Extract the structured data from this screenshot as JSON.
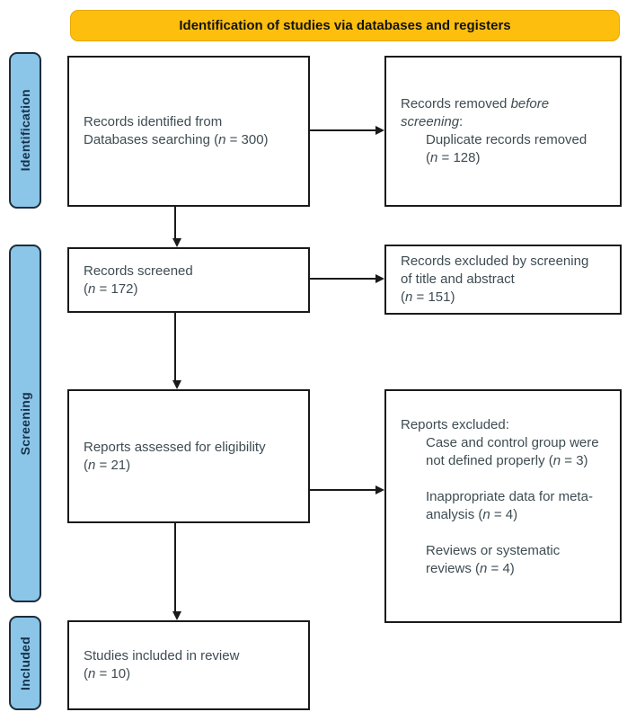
{
  "colors": {
    "banner": "#FDBE0D",
    "bannerBorder": "#E8A703",
    "bannerText": "#131313",
    "stage": "#8BC5E8",
    "stageBorder": "#1E2D3A",
    "stageText": "#16314B",
    "line": "#1A1A1A",
    "text": "#3E4C52"
  },
  "banner": {
    "label": "Identification of studies via databases and registers"
  },
  "stages": [
    {
      "id": "identification",
      "label": "Identification"
    },
    {
      "id": "screening",
      "label": "Screening"
    },
    {
      "id": "included",
      "label": "Included"
    }
  ],
  "boxes": {
    "records_identified": {
      "lines": [
        {
          "seg": [
            {
              "t": "Records identified from"
            }
          ]
        },
        {
          "seg": [
            {
              "t": "Databases searching ("
            },
            {
              "t": "n",
              "i": true
            },
            {
              "t": " = 300)"
            }
          ]
        }
      ]
    },
    "records_removed": {
      "lines": [
        {
          "seg": [
            {
              "t": "Records removed "
            },
            {
              "t": "before",
              "i": true
            }
          ]
        },
        {
          "seg": [
            {
              "t": "screening",
              "i": true
            },
            {
              "t": ":"
            }
          ]
        },
        {
          "indent": 1,
          "seg": [
            {
              "t": "Duplicate records removed"
            }
          ]
        },
        {
          "indent": 1,
          "seg": [
            {
              "t": "("
            },
            {
              "t": "n",
              "i": true
            },
            {
              "t": " = 128)"
            }
          ]
        }
      ]
    },
    "records_screened": {
      "lines": [
        {
          "seg": [
            {
              "t": "Records screened"
            }
          ]
        },
        {
          "seg": [
            {
              "t": "("
            },
            {
              "t": "n",
              "i": true
            },
            {
              "t": " = 172)"
            }
          ]
        }
      ]
    },
    "records_excluded": {
      "lines": [
        {
          "seg": [
            {
              "t": "Records excluded by screening"
            }
          ]
        },
        {
          "seg": [
            {
              "t": "of title and abstract"
            }
          ]
        },
        {
          "seg": [
            {
              "t": "("
            },
            {
              "t": "n",
              "i": true
            },
            {
              "t": " = 151)"
            }
          ]
        }
      ]
    },
    "reports_assessed": {
      "lines": [
        {
          "seg": [
            {
              "t": "Reports assessed for eligibility"
            }
          ]
        },
        {
          "seg": [
            {
              "t": "("
            },
            {
              "t": "n",
              "i": true
            },
            {
              "t": " = 21)"
            }
          ]
        }
      ]
    },
    "reports_excluded": {
      "lines": [
        {
          "seg": [
            {
              "t": "Reports excluded:"
            }
          ]
        },
        {
          "indent": 1,
          "seg": [
            {
              "t": "Case and control group were"
            }
          ]
        },
        {
          "indent": 1,
          "seg": [
            {
              "t": "not defined properly ("
            },
            {
              "t": "n",
              "i": true
            },
            {
              "t": " = 3)"
            }
          ]
        },
        {
          "seg": []
        },
        {
          "indent": 1,
          "seg": [
            {
              "t": "Inappropriate data for meta-"
            }
          ]
        },
        {
          "indent": 1,
          "seg": [
            {
              "t": "analysis ("
            },
            {
              "t": "n",
              "i": true
            },
            {
              "t": " = 4)"
            }
          ]
        },
        {
          "seg": []
        },
        {
          "indent": 1,
          "seg": [
            {
              "t": "Reviews or systematic"
            }
          ]
        },
        {
          "indent": 1,
          "seg": [
            {
              "t": "reviews ("
            },
            {
              "t": "n",
              "i": true
            },
            {
              "t": " = 4)"
            }
          ]
        }
      ]
    },
    "studies_included": {
      "lines": [
        {
          "seg": [
            {
              "t": "Studies included in review"
            }
          ]
        },
        {
          "seg": [
            {
              "t": "("
            },
            {
              "t": "n",
              "i": true
            },
            {
              "t": " = 10)"
            }
          ]
        }
      ]
    }
  }
}
